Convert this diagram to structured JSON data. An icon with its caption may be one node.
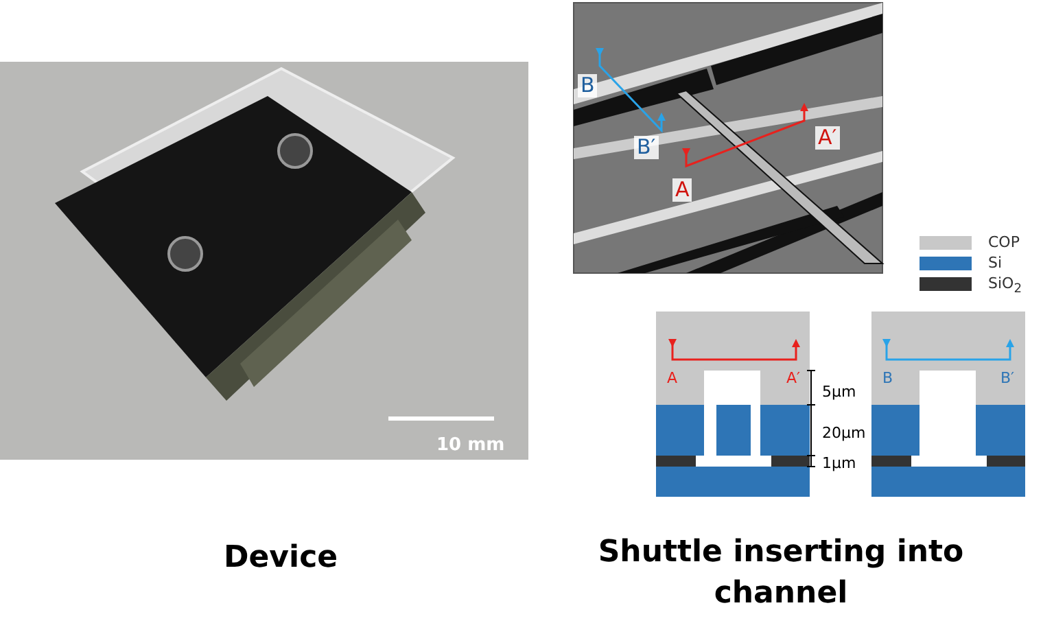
{
  "diagram": {
    "labels": [
      "10 mm",
      "B",
      "B′",
      "A′",
      "A",
      "A",
      "A′",
      "5μm",
      "20μm",
      "1μm",
      "B",
      "B′",
      "Device",
      "Shuttle inserting into channel"
    ],
    "legend": [
      {
        "text": "COP",
        "color": "#c8c8c8"
      },
      {
        "text": "Si",
        "color": "#2e75b6"
      },
      {
        "text": "SiO$_{2}$",
        "color": "#333333"
      }
    ]
  }
}
